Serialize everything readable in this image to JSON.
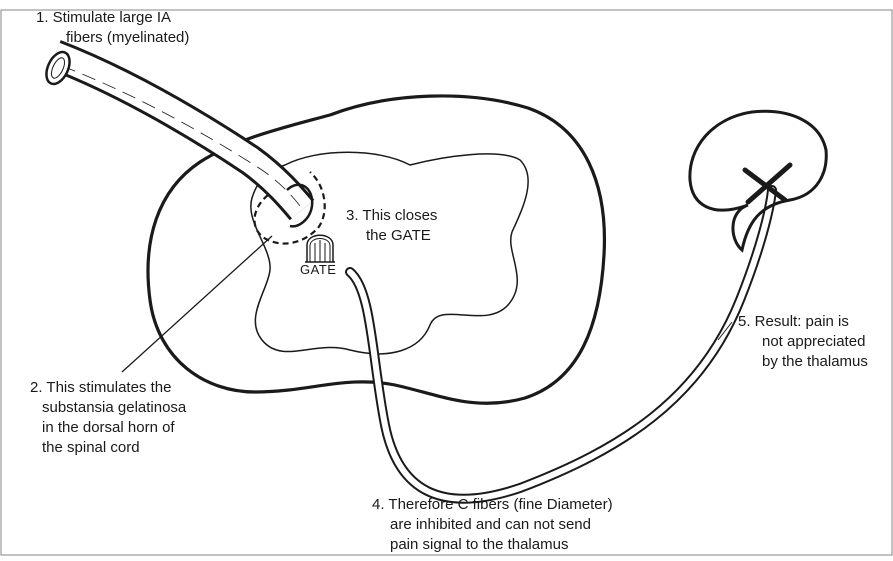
{
  "labels": {
    "step1": [
      "1. Stimulate large IA",
      "fibers (myelinated)"
    ],
    "step2": [
      "2. This stimulates the",
      "substansia gelatinosa",
      "in the dorsal horn of",
      "the spinal cord"
    ],
    "step3": [
      "3. This closes",
      "the GATE"
    ],
    "step4": [
      "4. Therefore C fibers (fine Diameter)",
      "are inhibited and can not send",
      "pain signal to the thalamus"
    ],
    "step5": [
      "5. Result: pain is",
      "not  appreciated",
      "by the thalamus"
    ]
  },
  "gate_label": "GATE",
  "icons": [
    "spinal-cord-cross-section",
    "gray-matter",
    "large-ia-fiber-tube",
    "substantia-gelatinosa-dashed-ring",
    "gate-door-icon",
    "c-fiber-tract",
    "thalamus",
    "x-mark-icon"
  ],
  "colors": {
    "ink": "#1a1a1a",
    "background": "#ffffff",
    "border": "#9a9a9a"
  }
}
